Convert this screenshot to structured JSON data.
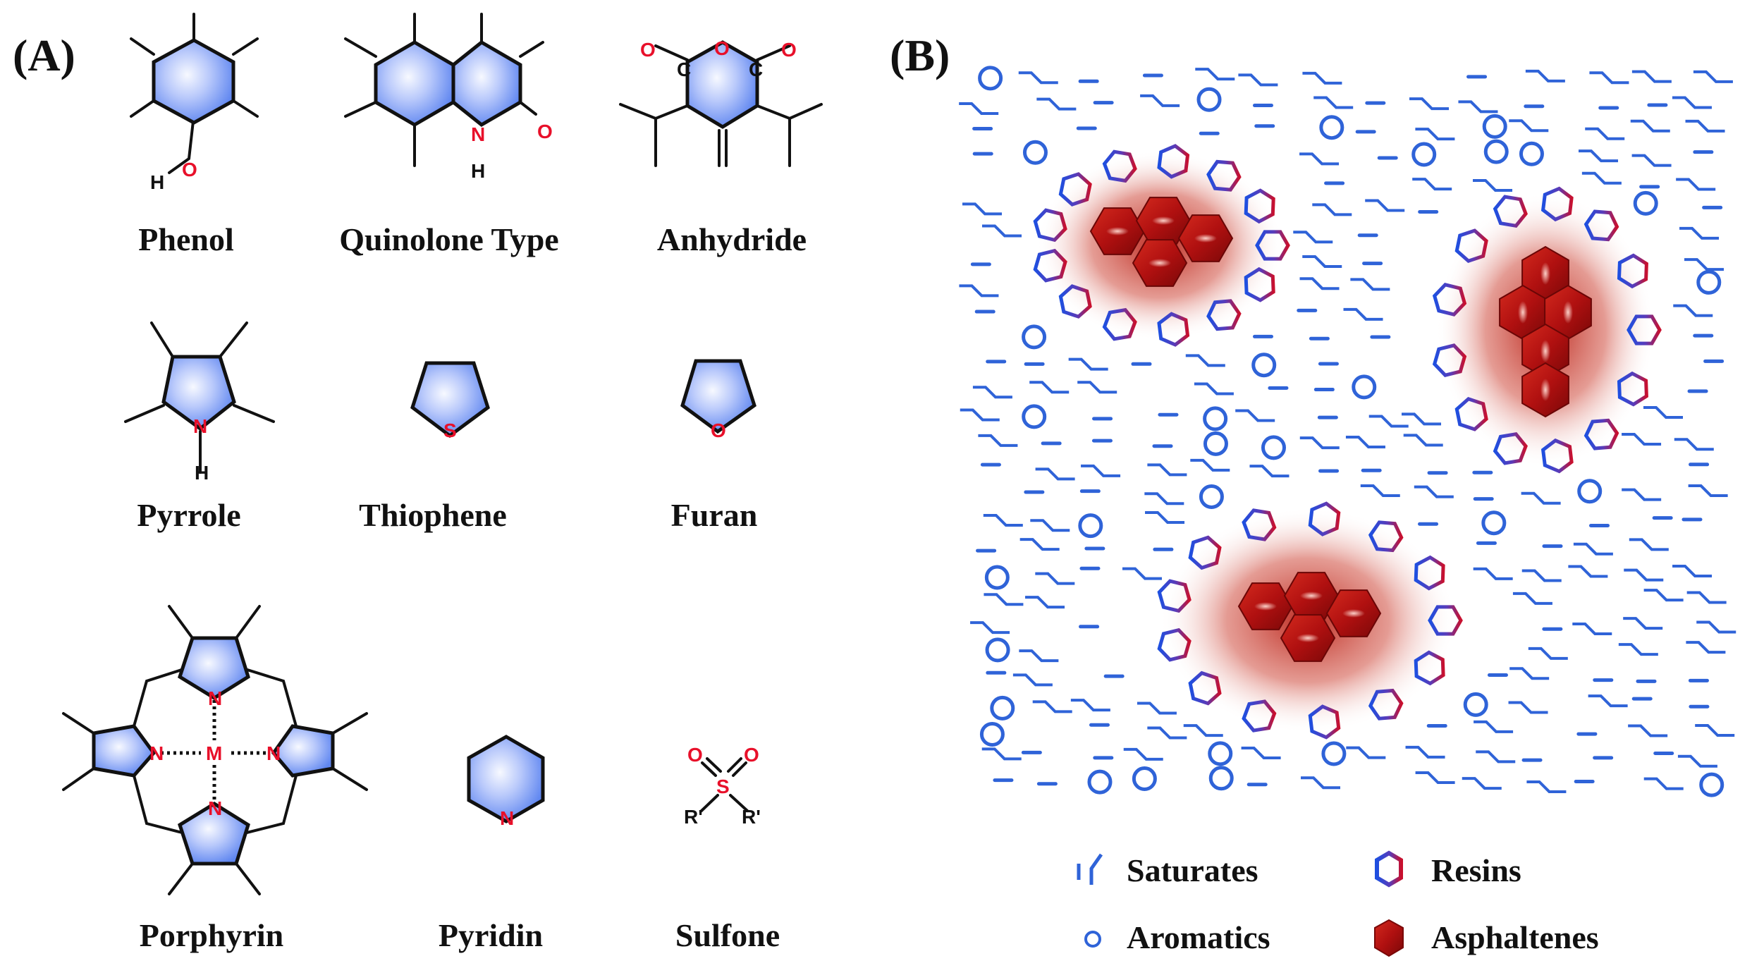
{
  "panels": {
    "a": {
      "label": "(A)"
    },
    "b": {
      "label": "(B)"
    }
  },
  "molecules": [
    {
      "id": "phenol",
      "name": "Phenol",
      "atoms": [
        "H",
        "O"
      ]
    },
    {
      "id": "quinolone",
      "name": "Quinolone Type",
      "atoms": [
        "N",
        "H",
        "O"
      ]
    },
    {
      "id": "anhydride",
      "name": "Anhydride",
      "atoms": [
        "O",
        "O",
        "O",
        "C",
        "C"
      ]
    },
    {
      "id": "pyrrole",
      "name": "Pyrrole",
      "atoms": [
        "N",
        "H"
      ]
    },
    {
      "id": "thiophene",
      "name": "Thiophene",
      "atoms": [
        "S"
      ]
    },
    {
      "id": "furan",
      "name": "Furan",
      "atoms": [
        "O"
      ]
    },
    {
      "id": "porphyrin",
      "name": "Porphyrin",
      "atoms": [
        "N",
        "N",
        "N",
        "N",
        "M"
      ]
    },
    {
      "id": "pyridin",
      "name": "Pyridin",
      "atoms": [
        "N"
      ]
    },
    {
      "id": "sulfone",
      "name": "Sulfone",
      "atoms": [
        "O",
        "O",
        "S",
        "R'",
        "R'"
      ]
    }
  ],
  "legend": [
    {
      "id": "saturates",
      "label": "Saturates",
      "icon": "saturate-zigzag-icon"
    },
    {
      "id": "resins",
      "label": "Resins",
      "icon": "resin-hexagon-icon"
    },
    {
      "id": "aromatics",
      "label": "Aromatics",
      "icon": "aromatic-circle-icon"
    },
    {
      "id": "asphaltenes",
      "label": "Asphaltenes",
      "icon": "asphaltene-hexagon-icon"
    }
  ],
  "colors": {
    "ring_fill_light": "#e6ecff",
    "ring_fill_dark": "#5f86f0",
    "heteroatom": "#e8102a",
    "saturate_blue": "#2f63d8",
    "aromatic_blue": "#2f63d8",
    "resin_blue": "#1e4fe0",
    "resin_red": "#c8102e",
    "asphaltene_red": "#b81414",
    "halo_red": "#c0281e"
  }
}
